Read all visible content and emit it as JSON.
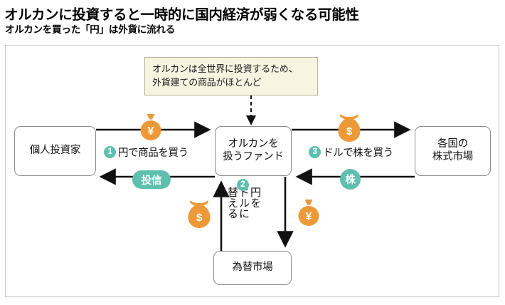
{
  "header": {
    "title": "オルカンに投資すると一時的に国内経済が弱くなる可能性",
    "subtitle": "オルカンを買った「円」は外貨に流れる"
  },
  "callout": {
    "line1": "オルカンは全世界に投資するため、",
    "line2": "外貨建ての商品がほとんど"
  },
  "nodes": {
    "investor": "個人投資家",
    "fund_line1": "オルカンを",
    "fund_line2": "扱うファンド",
    "market_line1": "各国の",
    "market_line2": "株式市場",
    "fx": "為替市場"
  },
  "flows": {
    "step1_number": "1",
    "step1_label": "円で商品を買う",
    "step2_number": "2",
    "step2_col1": "円を",
    "step2_col2": "ドルに",
    "step2_col3": "替える",
    "step3_number": "3",
    "step3_label": "ドルで株を買う",
    "return_toushin": "投信",
    "return_kabu": "株"
  },
  "icons": {
    "bag_yen_top": "money-bag-yen-icon",
    "bag_dollar_top": "money-bag-dollar-icon",
    "bag_dollar_bottom": "money-bag-dollar-icon",
    "bag_yen_bottom": "money-bag-yen-icon",
    "yen_symbol": "¥",
    "dollar_symbol": "$"
  },
  "colors": {
    "accent_teal": "#5fbfae",
    "accent_orange": "#ee9937",
    "callout_bg": "#f7f4e1",
    "callout_border": "#b9b49a",
    "box_border": "#8c8c8c",
    "frame_border": "#c9c9c9",
    "arrow": "#111111"
  }
}
